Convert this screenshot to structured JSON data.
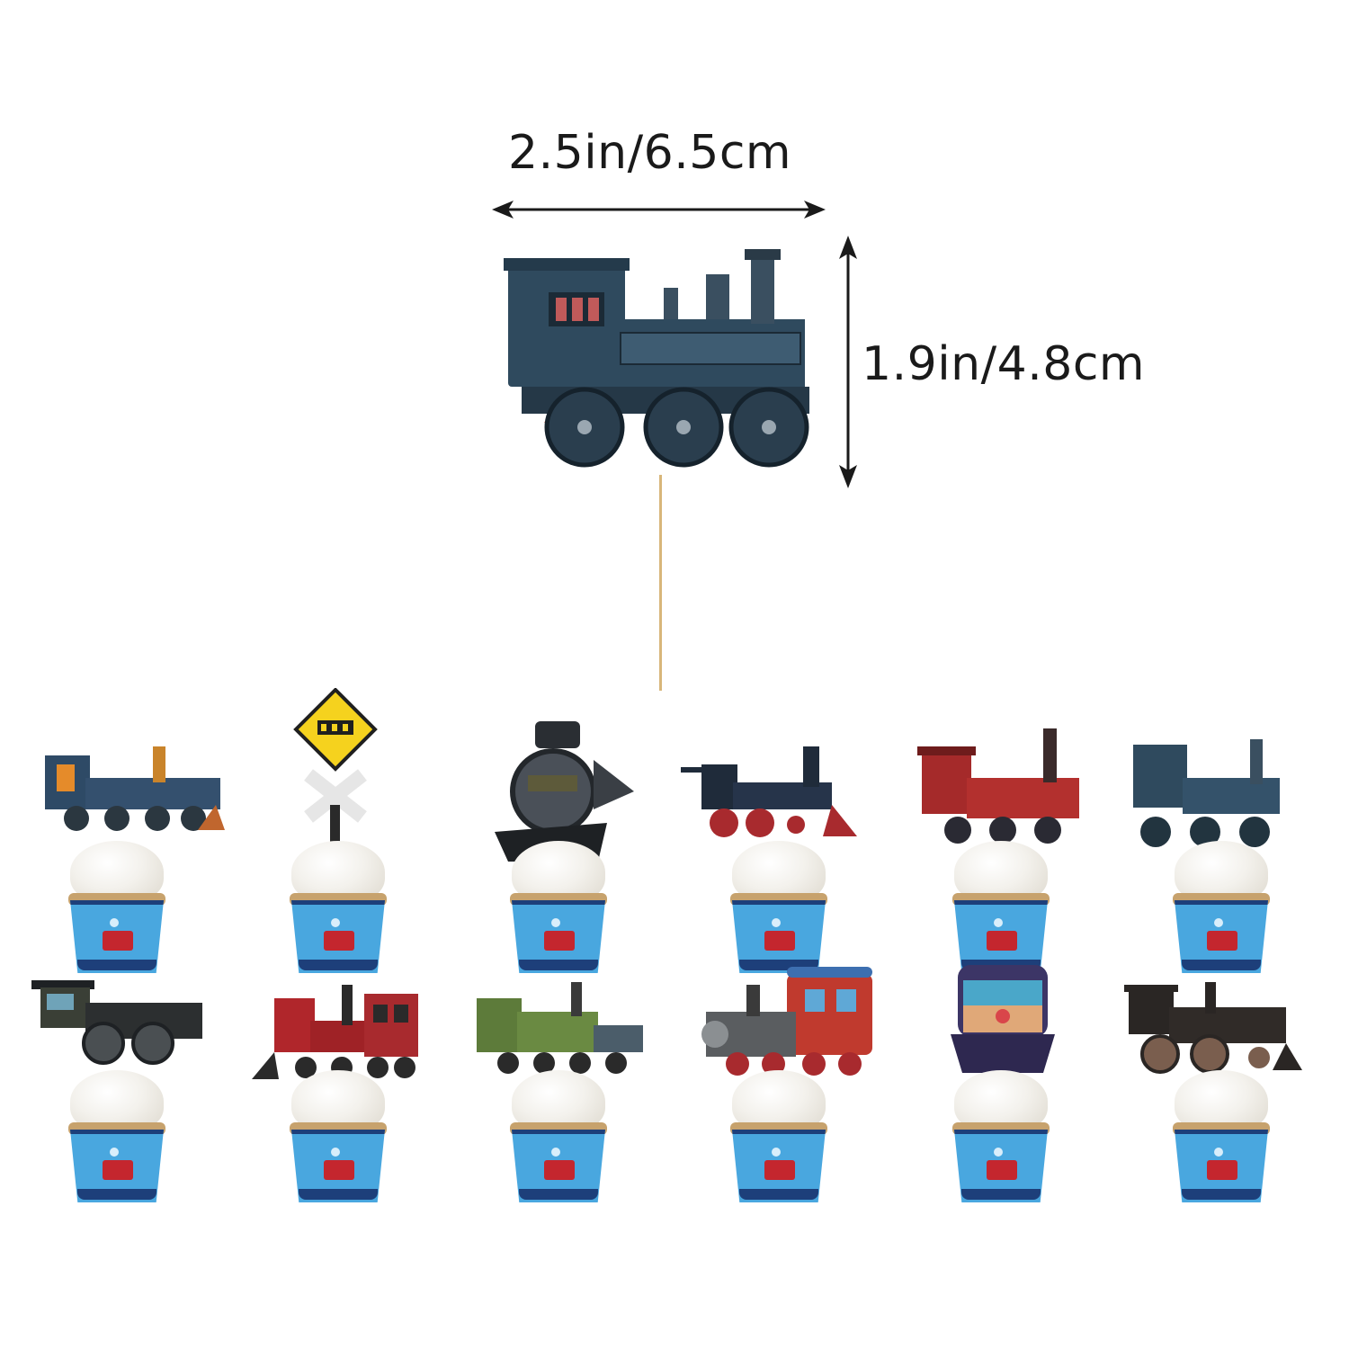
{
  "image": {
    "background": "#ffffff",
    "description": "Train themed cupcake toppers with dimension callout"
  },
  "dimensions": {
    "width_label": "2.5in/6.5cm",
    "height_label": "1.9in/4.8cm",
    "arrow_color": "#1a1a1a"
  },
  "featured_topper": {
    "name": "dark blue steam locomotive",
    "body_color": "#2f4a5e",
    "stick_color": "#d8b67a"
  },
  "toppers": {
    "row1": [
      {
        "name": "blue-orange steam locomotive",
        "color": "#2e4a66"
      },
      {
        "name": "railroad crossing sign",
        "color": "#f5d21e"
      },
      {
        "name": "black locomotive front view",
        "color": "#3a3f45"
      },
      {
        "name": "black-red steam locomotive",
        "color": "#1f2b3a"
      },
      {
        "name": "red steam locomotive",
        "color": "#a52a2a"
      },
      {
        "name": "dark blue steam locomotive",
        "color": "#2f4a5e"
      }
    ],
    "row2": [
      {
        "name": "black steam locomotive",
        "color": "#2c2f30"
      },
      {
        "name": "red locomotive with car",
        "color": "#b0262b"
      },
      {
        "name": "green locomotive",
        "color": "#5d7b3a"
      },
      {
        "name": "red locomotive with blue car",
        "color": "#c03a2e"
      },
      {
        "name": "purple diesel locomotive front",
        "color": "#3c3566"
      },
      {
        "name": "vintage black locomotive",
        "color": "#2a2624"
      }
    ]
  },
  "cupcakes": {
    "wrapper_color": "#49a7df",
    "band_color": "#1d3f7a",
    "frosting_color": "#f3f1ec",
    "count": 12
  }
}
